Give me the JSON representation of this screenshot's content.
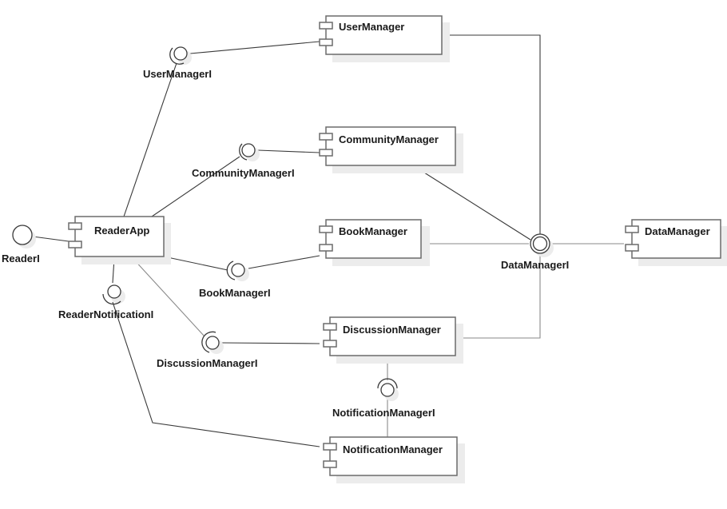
{
  "diagram": {
    "type": "UML component diagram",
    "components": [
      {
        "id": "reader-app",
        "label": "ReaderApp"
      },
      {
        "id": "user-manager",
        "label": "UserManager"
      },
      {
        "id": "community-manager",
        "label": "CommunityManager"
      },
      {
        "id": "book-manager",
        "label": "BookManager"
      },
      {
        "id": "discussion-manager",
        "label": "DiscussionManager"
      },
      {
        "id": "notification-manager",
        "label": "NotificationManager"
      },
      {
        "id": "data-manager",
        "label": "DataManager"
      }
    ],
    "interfaces": [
      {
        "id": "reader-i",
        "label": "ReaderI",
        "style": "provided"
      },
      {
        "id": "user-manager-i",
        "label": "UserManagerI",
        "style": "assembly"
      },
      {
        "id": "community-manager-i",
        "label": "CommunityManagerI",
        "style": "assembly"
      },
      {
        "id": "book-manager-i",
        "label": "BookManagerI",
        "style": "assembly"
      },
      {
        "id": "discussion-manager-i",
        "label": "DiscussionManagerI",
        "style": "assembly"
      },
      {
        "id": "reader-notification-i",
        "label": "ReaderNotificationI",
        "style": "assembly"
      },
      {
        "id": "notification-manager-i",
        "label": "NotificationManagerI",
        "style": "assembly"
      },
      {
        "id": "data-manager-i",
        "label": "DataManagerI",
        "style": "ball"
      }
    ],
    "connections": [
      {
        "from": "reader-i",
        "to": "reader-app"
      },
      {
        "from": "reader-app",
        "to": "user-manager-i"
      },
      {
        "from": "user-manager-i",
        "to": "user-manager"
      },
      {
        "from": "reader-app",
        "to": "community-manager-i"
      },
      {
        "from": "community-manager-i",
        "to": "community-manager"
      },
      {
        "from": "reader-app",
        "to": "book-manager-i"
      },
      {
        "from": "book-manager-i",
        "to": "book-manager"
      },
      {
        "from": "reader-app",
        "to": "discussion-manager-i"
      },
      {
        "from": "discussion-manager-i",
        "to": "discussion-manager"
      },
      {
        "from": "reader-app",
        "to": "reader-notification-i"
      },
      {
        "from": "reader-notification-i",
        "to": "notification-manager"
      },
      {
        "from": "discussion-manager",
        "to": "notification-manager-i"
      },
      {
        "from": "notification-manager-i",
        "to": "notification-manager"
      },
      {
        "from": "user-manager",
        "to": "data-manager-i"
      },
      {
        "from": "community-manager",
        "to": "data-manager-i"
      },
      {
        "from": "book-manager",
        "to": "data-manager-i"
      },
      {
        "from": "discussion-manager",
        "to": "data-manager-i"
      },
      {
        "from": "data-manager-i",
        "to": "data-manager"
      }
    ]
  }
}
